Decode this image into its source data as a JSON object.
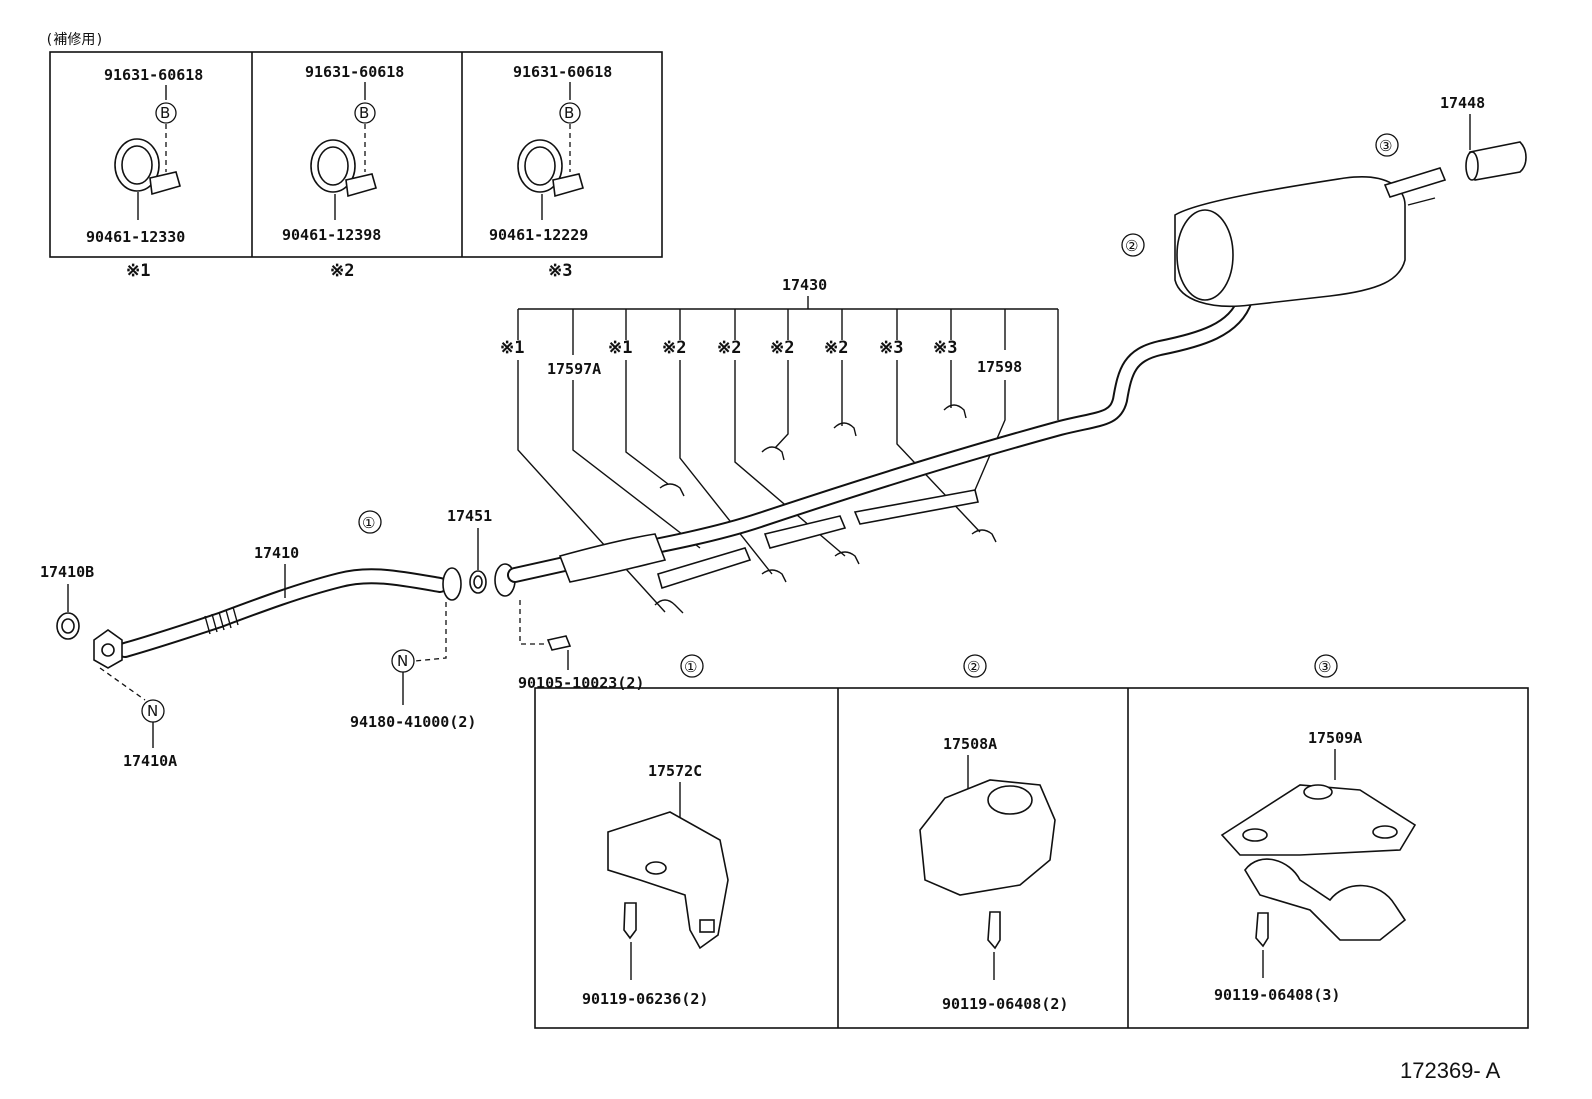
{
  "repair_note": "(補修用)",
  "clamp_sets": [
    {
      "bolt": "91631-60618",
      "bolt_mark": "B",
      "clamp": "90461-12330",
      "mark": "※1"
    },
    {
      "bolt": "91631-60618",
      "bolt_mark": "B",
      "clamp": "90461-12398",
      "mark": "※2"
    },
    {
      "bolt": "91631-60618",
      "bolt_mark": "B",
      "clamp": "90461-12229",
      "mark": "※3"
    }
  ],
  "callouts": {
    "c1": "①",
    "c2": "②",
    "c3": "③",
    "n_mark": "N"
  },
  "parts": {
    "p17430": "17430",
    "p17597a": "17597A",
    "p17598": "17598",
    "p17448": "17448",
    "p17410": "17410",
    "p17410b": "17410B",
    "p17410a": "17410A",
    "p17451": "17451",
    "p94180": "94180-41000(2)",
    "p90105": "90105-10023(2)"
  },
  "bracket_marks": [
    "※1",
    "※1",
    "※2",
    "※2",
    "※2",
    "※2",
    "※3",
    "※3"
  ],
  "detail_panels": [
    {
      "circle": "①",
      "part": "17572C",
      "bolt": "90119-06236(2)"
    },
    {
      "circle": "②",
      "part": "17508A",
      "bolt": "90119-06408(2)"
    },
    {
      "circle": "③",
      "part": "17509A",
      "bolt": "90119-06408(3)"
    }
  ],
  "figure_ref": "172369- A"
}
